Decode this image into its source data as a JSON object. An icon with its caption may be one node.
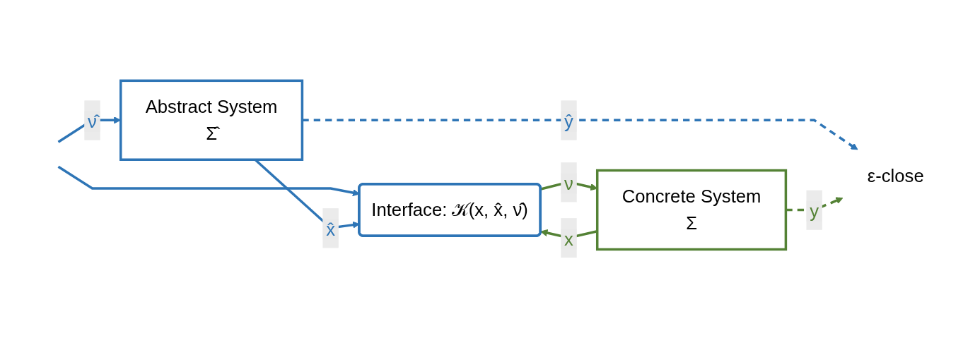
{
  "diagram": {
    "nodes": [
      {
        "text": [
          "Abstract System",
          "Σ̂"
        ]
      },
      {
        "text": [
          "Concrete System",
          "Σ"
        ]
      },
      {
        "text": [
          "Interface: 𝒦(x, x̂, ν̂)"
        ]
      },
      {
        "text": [
          "ε-close"
        ]
      }
    ],
    "edges": [
      {
        "from": null,
        "to": 0,
        "arrow": "to",
        "label": "ν̂"
      },
      {
        "from": null,
        "to": 2,
        "arrow": "to"
      },
      {
        "from": 0,
        "to": 2,
        "arrow": "to",
        "label": "x̂"
      },
      {
        "from": 2,
        "to": 1,
        "arrow": "to",
        "label": "ν",
        "color": "#548235"
      },
      {
        "from": 1,
        "to": 2,
        "arrow": "to",
        "label": "x",
        "color": "#548235"
      },
      {
        "from": 0,
        "to": 3,
        "arrow": "to",
        "label": "ŷ",
        "style": "dashed"
      },
      {
        "from": 1,
        "to": 3,
        "arrow": "to",
        "label": "y",
        "style": "dashed",
        "color": "#548235"
      }
    ]
  }
}
